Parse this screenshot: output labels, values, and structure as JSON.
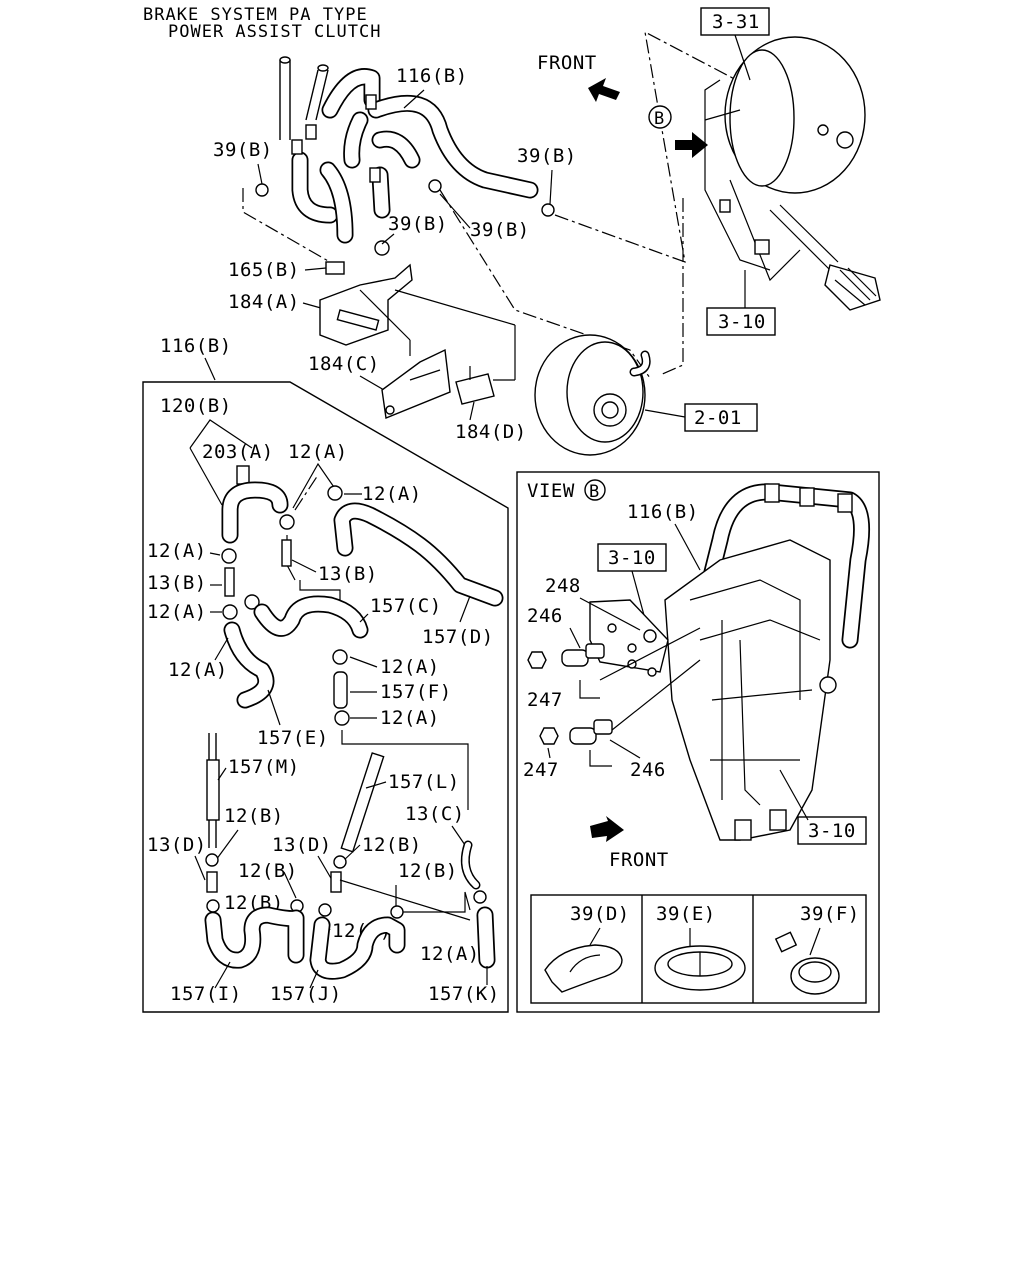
{
  "title": {
    "line1": "BRAKE SYSTEM PA TYPE",
    "line2": "POWER ASSIST CLUTCH"
  },
  "references": {
    "ref_3_31": "3-31",
    "ref_3_10_top": "3-10",
    "ref_2_01": "2-01",
    "ref_3_10_view_a": "3-10",
    "ref_3_10_view_b": "3-10"
  },
  "top_section": {
    "front_label": "FRONT",
    "view_marker": "B",
    "labels": {
      "l116b": "116(B)",
      "l39b_left": "39(B)",
      "l39b_right": "39(B)",
      "l39b_mid": "39(B)",
      "l39b_lower": "39(B)",
      "l165b": "165(B)",
      "l184a": "184(A)",
      "l184c": "184(C)",
      "l184d": "184(D)"
    }
  },
  "hose_detail": {
    "header_label": "116(B)",
    "labels": {
      "l120b": "120(B)",
      "l203a": "203(A)",
      "l12a_1": "12(A)",
      "l12a_2": "12(A)",
      "l12a_3": "12(A)",
      "l12a_4": "12(A)",
      "l12a_5": "12(A)",
      "l12a_6": "12(A)",
      "l12a_7": "12(A)",
      "l12a_8": "12(A)",
      "l13b_1": "13(B)",
      "l13b_2": "13(B)",
      "l157c": "157(C)",
      "l157d": "157(D)",
      "l157f": "157(F)",
      "l157e": "157(E)",
      "l157m": "157(M)",
      "l157l": "157(L)",
      "l12b_1": "12(B)",
      "l12b_2": "12(B)",
      "l12b_3": "12(B)",
      "l12b_4": "12(B)",
      "l12b_5": "12(B)",
      "l12b_6": "12(B)",
      "l13c": "13(C)",
      "l13d_1": "13(D)",
      "l13d_2": "13(D)",
      "l157i": "157(I)",
      "l157j": "157(J)",
      "l157k": "157(K)"
    }
  },
  "view_b": {
    "view_label": "VIEW",
    "view_marker": "B",
    "front_label": "FRONT",
    "labels": {
      "l116b": "116(B)",
      "l248": "248",
      "l246_1": "246",
      "l246_2": "246",
      "l247_1": "247",
      "l247_2": "247"
    },
    "clamps": [
      {
        "label": "39(D)"
      },
      {
        "label": "39(E)"
      },
      {
        "label": "39(F)"
      }
    ]
  }
}
